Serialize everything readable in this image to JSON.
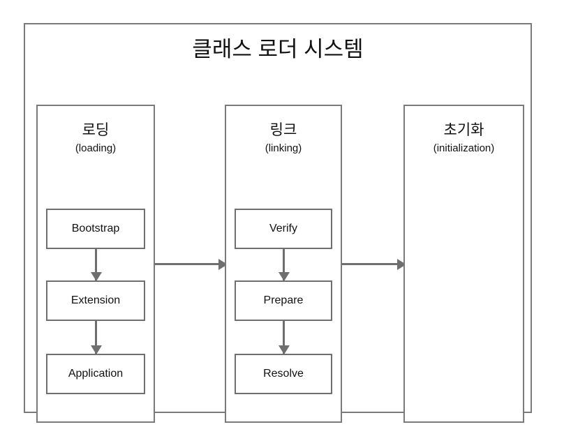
{
  "diagram": {
    "title": "클래스 로더 시스템",
    "border_color": "#7a7a7a",
    "arrow_color": "#6f6f6f",
    "background": "#ffffff",
    "text_color": "#111111"
  },
  "phases": [
    {
      "id": "loading",
      "name_ko": "로딩",
      "name_en": "(loading)",
      "steps": [
        {
          "label": "Bootstrap"
        },
        {
          "label": "Extension"
        },
        {
          "label": "Application"
        }
      ],
      "step_arrows": [
        "down-arrow-icon",
        "down-arrow-icon"
      ]
    },
    {
      "id": "linking",
      "name_ko": "링크",
      "name_en": "(linking)",
      "steps": [
        {
          "label": "Verify"
        },
        {
          "label": "Prepare"
        },
        {
          "label": "Resolve"
        }
      ],
      "step_arrows": [
        "down-arrow-icon",
        "down-arrow-icon"
      ]
    },
    {
      "id": "initialization",
      "name_ko": "초기화",
      "name_en": "(initialization)",
      "steps": [],
      "step_arrows": []
    }
  ],
  "connectors": [
    {
      "id": "loading-to-linking",
      "icon": "right-arrow-icon",
      "from": "loading",
      "to": "linking"
    },
    {
      "id": "linking-to-initialization",
      "icon": "right-arrow-icon",
      "from": "linking",
      "to": "initialization"
    }
  ]
}
